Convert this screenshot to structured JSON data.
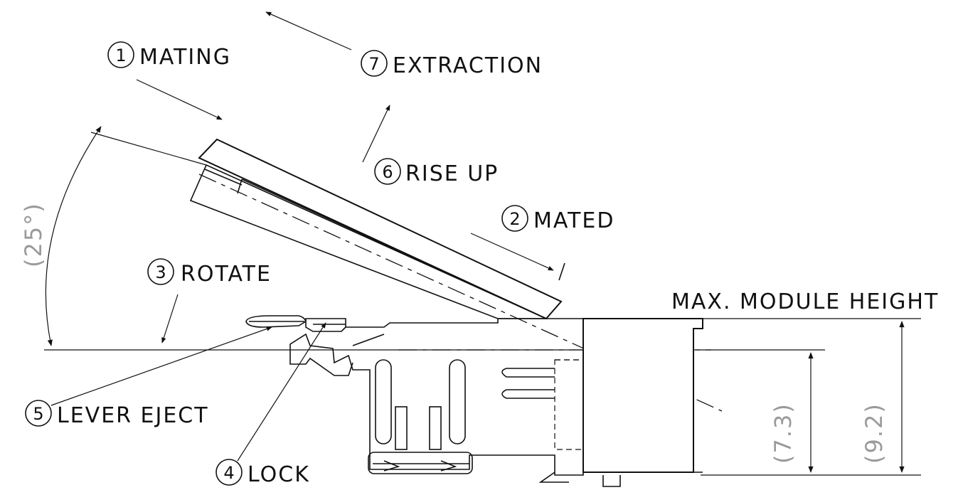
{
  "steps": [
    {
      "num": "1",
      "label": "MATING"
    },
    {
      "num": "2",
      "label": "MATED"
    },
    {
      "num": "3",
      "label": "ROTATE"
    },
    {
      "num": "4",
      "label": "LOCK"
    },
    {
      "num": "5",
      "label": "LEVER EJECT"
    },
    {
      "num": "6",
      "label": "RISE UP"
    },
    {
      "num": "7",
      "label": "EXTRACTION"
    }
  ],
  "dimensions": {
    "angle": "(25°)",
    "height_seated": "(7.3)",
    "height_max": "(9.2)",
    "max_label": "MAX. MODULE HEIGHT"
  },
  "colors": {
    "line": "#111111",
    "dimension": "#9a9a9a"
  }
}
